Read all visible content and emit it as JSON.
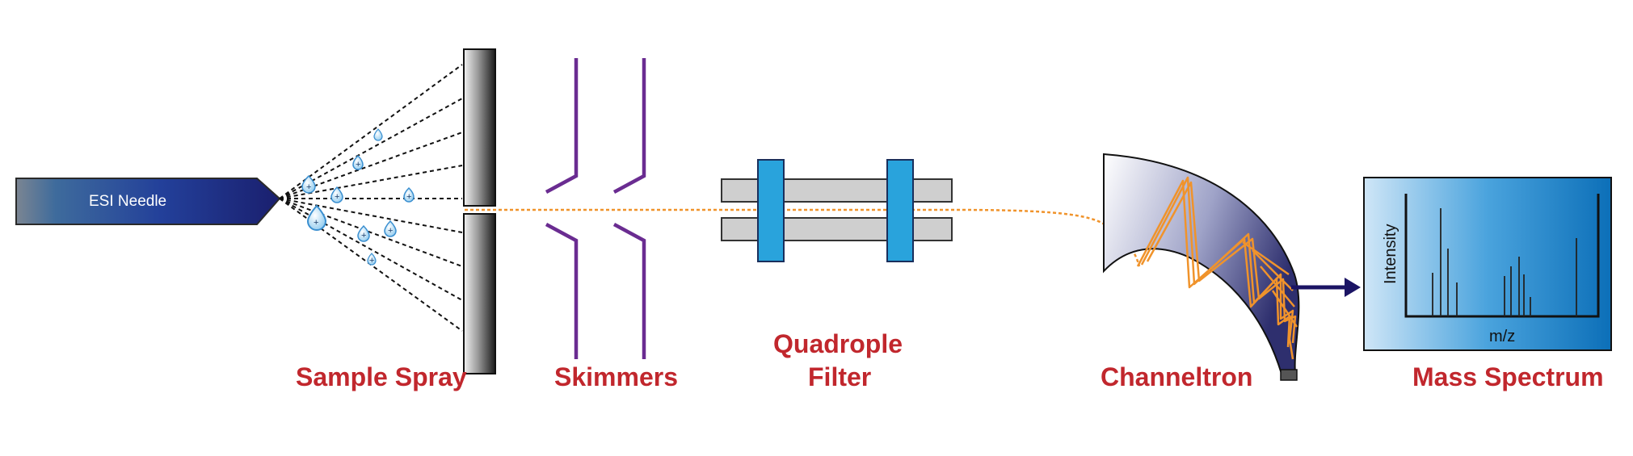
{
  "labels": {
    "needle": "ESI Needle",
    "sample_spray": "Sample Spray",
    "skimmers": "Skimmers",
    "quad_line1": "Quadrople",
    "quad_line2": "Filter",
    "channeltron": "Channeltron",
    "mass_spectrum": "Mass Spectrum",
    "y_axis": "Intensity",
    "x_axis": "m/z",
    "charge_symbol": "+"
  },
  "colors": {
    "label_red": "#c1272d",
    "skimmer_purple": "#6a2c91",
    "quad_blue": "#29a3dc",
    "quad_rod_gray": "#cfcfcf",
    "beam_orange": "#f0932b",
    "arrow_navy": "#1b1464",
    "needle_dark": "#1e2a78",
    "needle_light": "#6d7d91"
  },
  "icons": {
    "droplet": "droplet-icon",
    "arrow": "arrow-right-icon"
  }
}
